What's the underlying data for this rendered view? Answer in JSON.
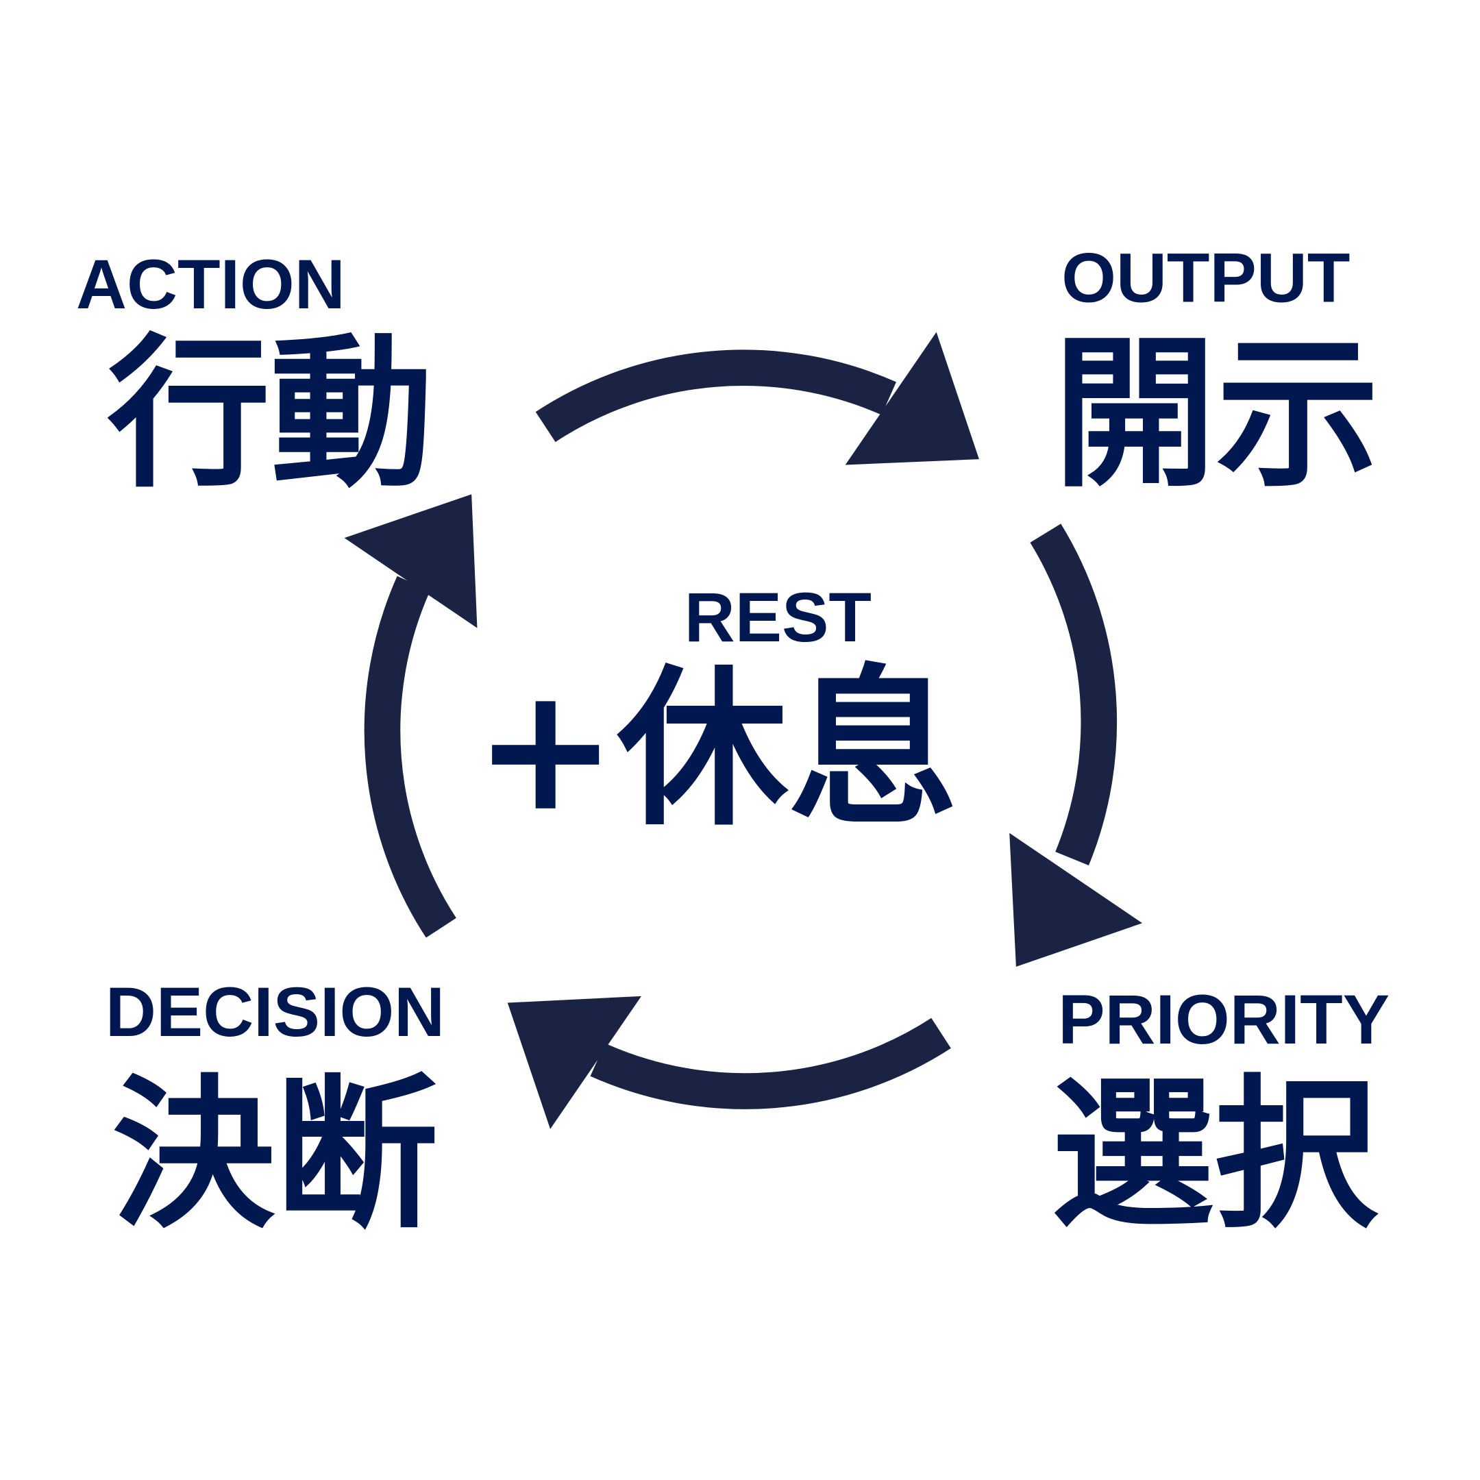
{
  "nodes": {
    "action": {
      "en": "ACTION",
      "jp": "行動"
    },
    "output": {
      "en": "OUTPUT",
      "jp": "開示"
    },
    "priority": {
      "en": "PRIORITY",
      "jp": "選択"
    },
    "decision": {
      "en": "DECISION",
      "jp": "決断"
    }
  },
  "center": {
    "en": "REST",
    "jp": "+休息"
  },
  "colors": {
    "text": "#00174f",
    "arrow": "#1a2344"
  }
}
